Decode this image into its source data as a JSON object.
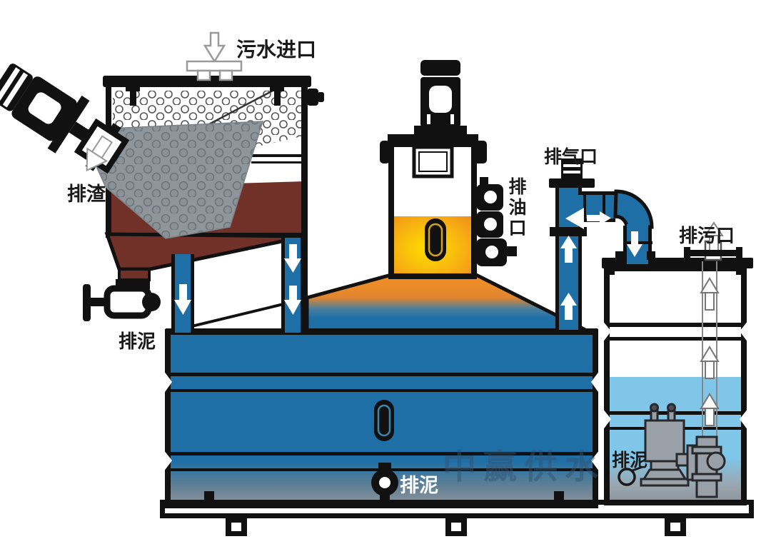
{
  "diagram": {
    "title_none": "",
    "labels": {
      "inlet": "污水进口",
      "slag": "排渣",
      "sludge_left": "排泥",
      "oil_outlet": "排油口",
      "air_vent": "排气口",
      "drain_outlet": "排污口",
      "sludge_center": "排泥",
      "sludge_right": "排泥"
    },
    "watermark": {
      "text": "中赢供水"
    },
    "components": {
      "left_unit": "screen-separator-tank",
      "center_unit": "oil-collection-vessel",
      "main_tank": "settling-tank",
      "right_unit": "clean-water-tank-with-pump",
      "icons": [
        "flow-arrow-down",
        "flow-arrow-up",
        "flow-arrow-right",
        "motor",
        "valve",
        "submersible-pump",
        "perforated-screen"
      ]
    },
    "colors": {
      "water_blue": "#1e6fa6",
      "light_blue": "#7fc6e9",
      "oil_orange": "#ef8c1c",
      "oil_yellow": "#ffe000",
      "sludge_maroon": "#713128",
      "screen_gray": "#8e959b",
      "pump_gray": "#9aa0a7",
      "sludge_gray": "#8d939b",
      "outline": "#111111"
    }
  }
}
